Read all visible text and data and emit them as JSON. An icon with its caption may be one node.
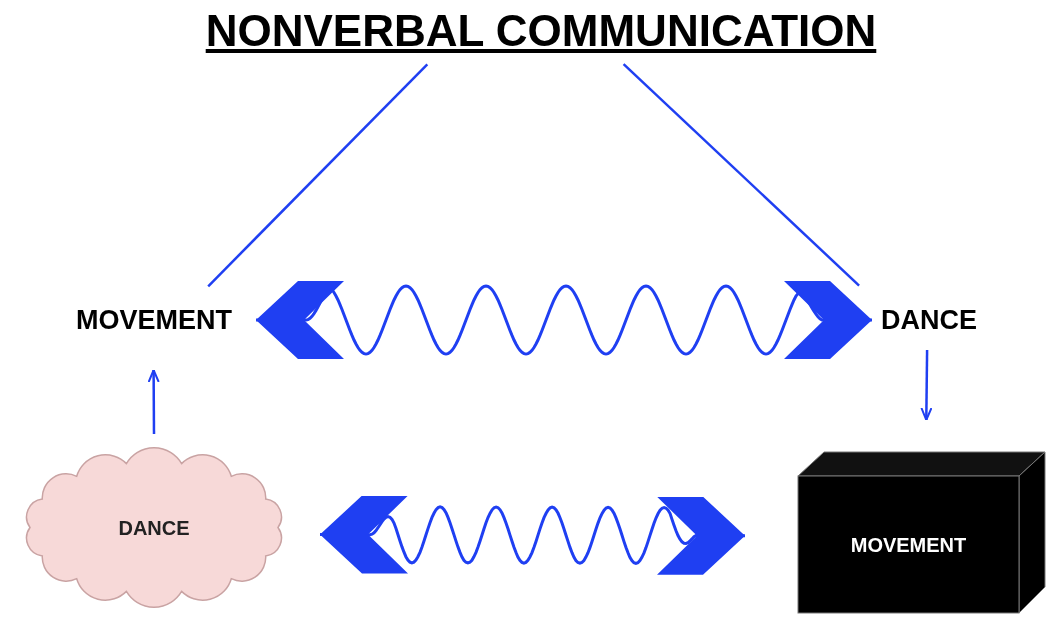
{
  "diagram": {
    "nodes": [
      {
        "text": [
          "NONVERBAL COMMUNICATION"
        ]
      },
      {
        "text": [
          "MOVEMENT"
        ]
      },
      {
        "text": [
          "DANCE"
        ]
      },
      {
        "text": [
          "DANCE"
        ]
      },
      {
        "text": [
          "MOVEMENT"
        ]
      }
    ],
    "edges": [
      {
        "from": 0,
        "to": 1,
        "arrow": "none"
      },
      {
        "from": 0,
        "to": 2,
        "arrow": "none"
      },
      {
        "from": 1,
        "to": 2,
        "arrow": "both"
      },
      {
        "from": 3,
        "to": 1,
        "arrow": "to"
      },
      {
        "from": 2,
        "to": 4,
        "arrow": "to"
      },
      {
        "from": 3,
        "to": 4,
        "arrow": "both"
      }
    ]
  }
}
